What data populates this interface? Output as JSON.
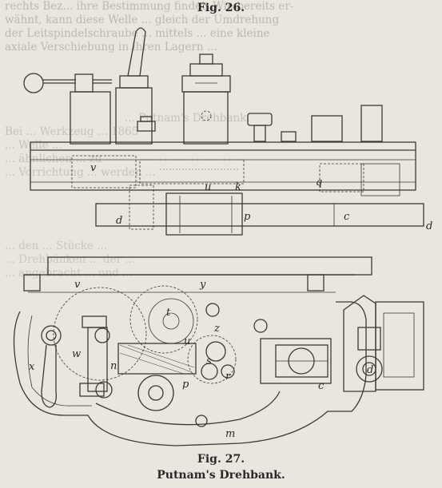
{
  "bleed_through_top": [
    "rechts Bez... ihre Bestimmung findet. Wie bereits er-",
    "wähnt, kann diese Welle ... gleich der Umdrehung",
    "der Leitspindelschraube ... mittels ... eine kleine",
    "axiale Verschiebung in ihren Lagern ..."
  ],
  "bleed_through_mid": [
    "... Putnam's Drehbank.",
    "Bei ... Werkzeug ... 1865",
    "... Welle ...",
    "... ähnlichen ... zu",
    "... Vorrichtung ... werden ..."
  ],
  "bleed_through_low": [
    "... den ... Stücke ...",
    "... Drehbänken ... der ...",
    "... angebracht ... und ..."
  ],
  "figure_26": {
    "caption": "Fig. 26.",
    "labels": [
      "v",
      "u",
      "k",
      "q",
      "d",
      "p",
      "c",
      "d"
    ]
  },
  "figure_27": {
    "caption": "Fig. 27.",
    "title": "Putnam's Drehbank.",
    "labels": [
      "v",
      "y",
      "t",
      "z",
      "x",
      "w",
      "n",
      "u",
      "s",
      "r",
      "p",
      "c",
      "d",
      "m"
    ]
  }
}
